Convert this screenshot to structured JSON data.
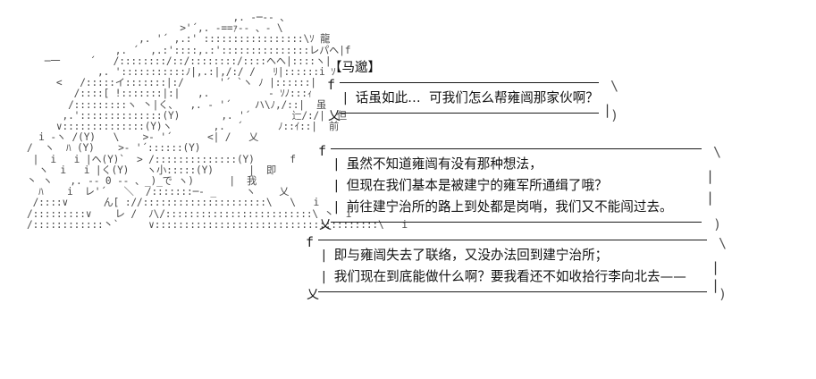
{
  "scene": {
    "background_color": "#ffffff",
    "text_color": "#111111",
    "art_color": "#4a4a4a"
  },
  "ascii_art": {
    "name": "horse-and-rider-ascii-art",
    "content": "                                   ,. -─‐- 、\n                          >'´,. -==ｧ-‐ 、- \\\n                   ,. '´ ,.:' :::::::::::::::::\\ｿ 龍\n               ,. ´  ,.:'::::,.:':::::::::::::::レパヘ|f\n   ─一     ´   /::::::::/::/::::::::/::::ヘヘ|::::ヽ|\n            ,. ':::::::::::ﾉ|,.:|,/:/ /   ﾘ|::::::i ｿ\n     <   /:::::イ:::::::|:/      '´ `ヽ ﾉ |::::::|\n        /::::[ !:::::::|:|   ,.          - ｿﾉ:::ｨ\n       /:::::::::ヽ 丶|く、  ,. ‐ '´    ハ\\ﾉ,/::|  虽\n      ,.'::::::::::::::(Y)       ,. '´       辷/:/|  但\n     ∨::::::::::::::(Y)ヽ       ,.  ´      ﾉ::ｲ::|  前\n  i ‐ヽ /(Y)   \\    >- '´      <| /   乂\n/  ヽ  ﾊ (Y)    >- '´::::::(Y)\n |  i   i |ヘ(Y)`  > /::::::::::::::(Y)      f\n  ヽ  i   i |く(Y)   ヽ小:::::(Y)      |  即\n丶 ヽ   ,. -‐ 0 ‐- 、_)_で ヽ)      |  我\n  ﾊ    i  レ'´   ＼  /:::::::─- _     ヽ    乂\n /::::∨      ん[ ://:::::::::::::::::::::\\   \\   i\n/:::::::::∨    レ /  ﾉ\\/:::::::::::::::::::::::::\\ 丶  i\n/::::::::::::丶`     ∨::::::::::::::::::::::::::::::::::::::\\   i"
  },
  "name_tag": {
    "label": "【马邈】"
  },
  "dialogue": [
    {
      "id": "bubble-1",
      "corner_top_left": "f",
      "corner_bottom_left": "乂",
      "corner_top_right": "\\",
      "corner_bottom_right": ")",
      "edge_right": "|",
      "lines": [
        "话虽如此…  可我们怎么帮雍闿那家伙啊？"
      ]
    },
    {
      "id": "bubble-2",
      "corner_top_left": "f",
      "corner_bottom_left": "乂",
      "corner_top_right": "\\",
      "corner_bottom_right": ")",
      "edge_right": "|",
      "lines": [
        "虽然不知道雍闿有没有那种想法，",
        "但现在我们基本是被建宁的雍军所通缉了哦？",
        "前往建宁治所的路上到处都是岗哨，我们又不能闯过去。"
      ]
    },
    {
      "id": "bubble-3",
      "corner_top_left": "f",
      "corner_bottom_left": "乂",
      "corner_top_right": "\\",
      "corner_bottom_right": ")",
      "edge_right": "|",
      "lines": [
        "即与雍闿失去了联络，又没办法回到建宁治所；",
        "我们现在到底能做什么啊？要我看还不如收拾行李向北去——"
      ]
    }
  ],
  "line_bar": "|"
}
